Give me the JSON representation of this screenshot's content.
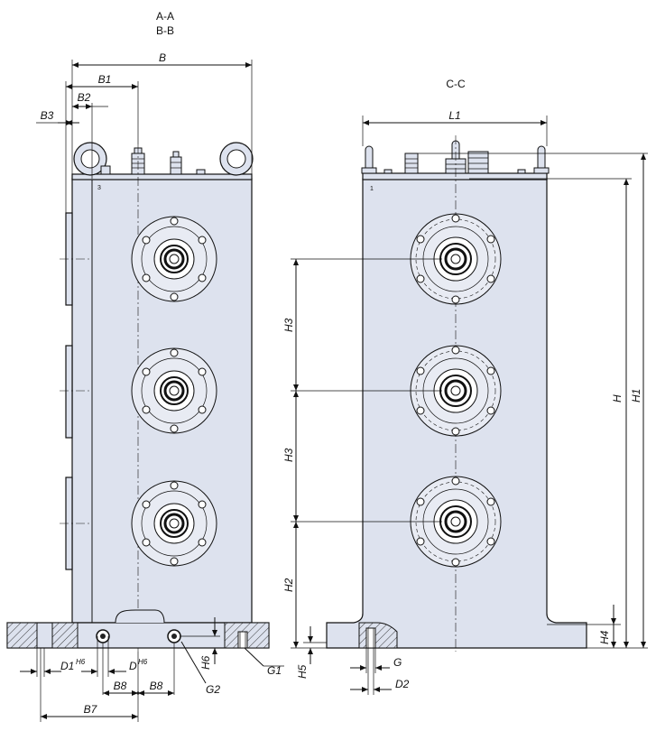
{
  "views": {
    "left_title_1": "A-A",
    "left_title_2": "B-B",
    "right_title": "C-C"
  },
  "left_dims": {
    "B": "B",
    "B1": "B1",
    "B2": "B2",
    "B3": "B3",
    "D1": "D1",
    "D1_sup": "H6",
    "D": "D",
    "D_sup": "H6",
    "H6": "H6",
    "G1": "G1",
    "G2": "G2",
    "B8a": "B8",
    "B8b": "B8",
    "B7": "B7",
    "port_3": "3"
  },
  "right_dims": {
    "L1": "L1",
    "H3a": "H3",
    "H3b": "H3",
    "H2": "H2",
    "H": "H",
    "H1": "H1",
    "H4": "H4",
    "H5": "H5",
    "G": "G",
    "D2": "D2",
    "port_1": "1"
  },
  "colors": {
    "body": "#dde2ee",
    "line": "#111111"
  }
}
